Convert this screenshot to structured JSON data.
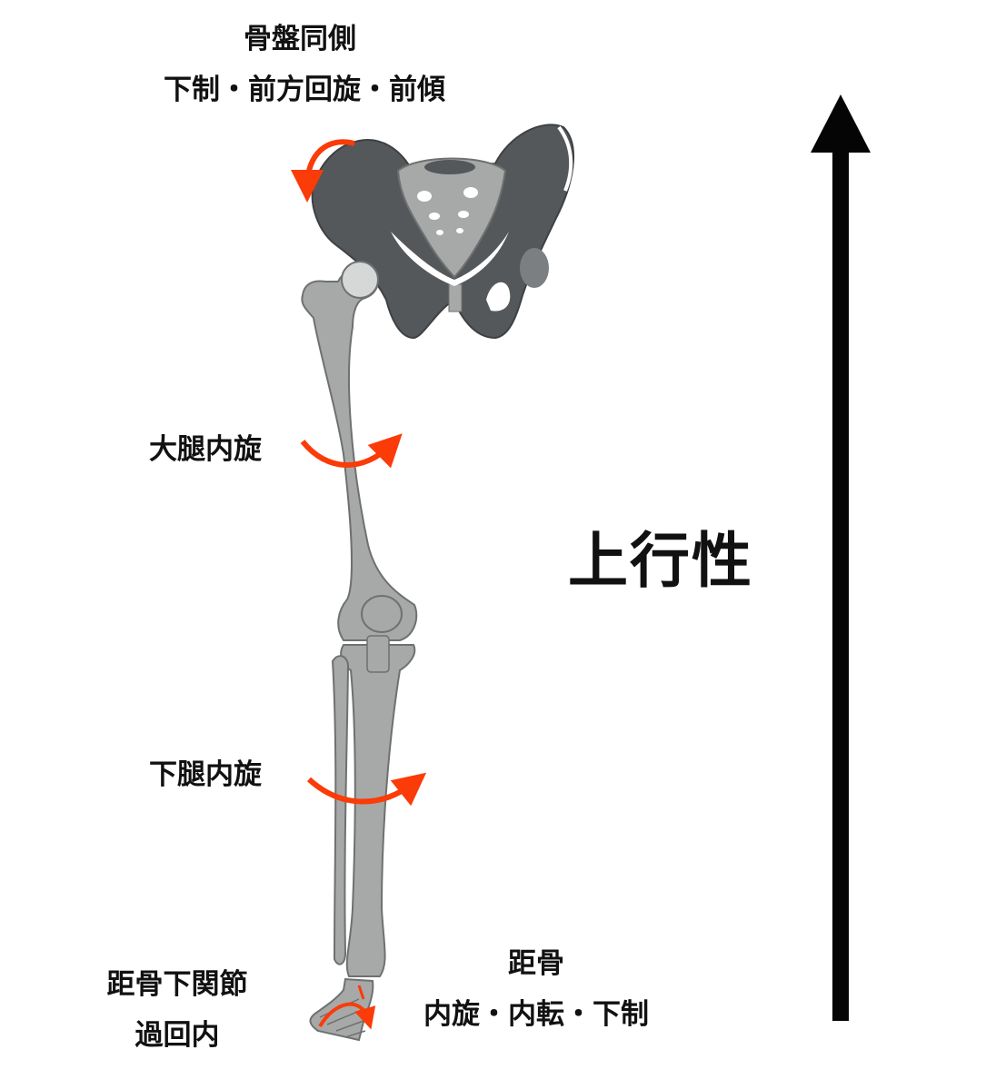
{
  "colors": {
    "bone": "#a7a9a8",
    "bone_outline": "#6e716f",
    "pelvis_dark": "#55585b",
    "rotation_arrow": "#fb3b08",
    "direction_arrow": "#050505",
    "text": "#111111"
  },
  "labels": {
    "pelvis_title": "骨盤同側",
    "pelvis_desc": "下制・前方回旋・前傾",
    "thigh": "大腿内旋",
    "shin": "下腿内旋",
    "subtalar_title": "距骨下関節",
    "subtalar_desc": "過回内",
    "talus_title": "距骨",
    "talus_desc": "内旋・内転・下制",
    "direction": "上行性"
  },
  "icons": {
    "pelvis_rotation": "curved-arrow-counterclockwise-icon",
    "thigh_rotation": "curved-arrow-icon",
    "shin_rotation": "curved-arrow-icon",
    "foot_rotation": "curved-arrow-icon",
    "ascending": "arrow-up-icon"
  }
}
